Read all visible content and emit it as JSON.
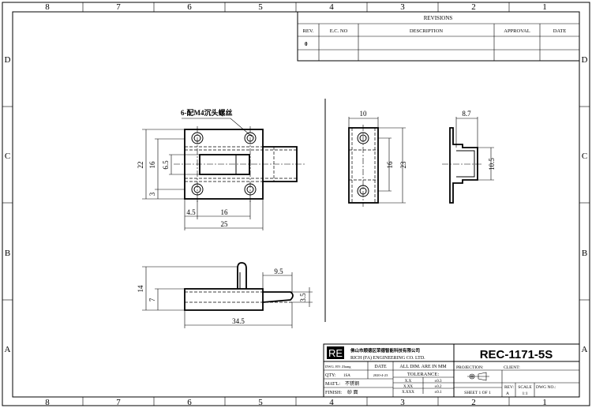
{
  "border": {
    "cols_top": [
      "8",
      "7",
      "6",
      "5",
      "4",
      "3",
      "2",
      "1"
    ],
    "cols_bottom": [
      "8",
      "7",
      "6",
      "5",
      "4",
      "3",
      "2",
      "1"
    ],
    "rows_left": [
      "D",
      "C",
      "B",
      "A"
    ],
    "rows_right": [
      "D",
      "C",
      "B",
      "A"
    ]
  },
  "revisions": {
    "title": "REVISIONS",
    "headers": [
      "REV.",
      "E.C. NO",
      "DESCRIPTION",
      "APPROVAL",
      "DATE"
    ],
    "rows": [
      [
        "0",
        "",
        "",
        "",
        ""
      ]
    ]
  },
  "dims": {
    "front": {
      "note": "6-配M4沉头螺丝",
      "height_overall": "22",
      "height_inner": "16",
      "height_slot": "6.5",
      "offset_bottom": "3",
      "offset_left": "4.5",
      "width_inner": "16",
      "width_overall": "25"
    },
    "side": {
      "width_top": "10",
      "height_inner": "16",
      "height_overall": "23"
    },
    "end": {
      "width_top": "8.7",
      "height": "10.5"
    },
    "bottom": {
      "height_overall": "14",
      "height_body": "7",
      "bolt_ext": "9.5",
      "bolt_thk": "3.5",
      "length_overall": "34.5"
    }
  },
  "title_block": {
    "logo": "RE",
    "company_cn": "佛山市顺德区荣德智能科技有限公司",
    "company_en": "RICH (FA) ENGINEERING CO. LTD.",
    "drawing_number": "REC-1171-5S",
    "dwg_by_label": "DWG. BY:",
    "dwg_by_value": "Zhang",
    "date_label": "DATE",
    "date_value": "2020-4-23",
    "dims_note": "ALL DIM. ARE IN MM",
    "tolerance_label": "TOLERANCE:",
    "tolerances": [
      [
        "X.X",
        "±0.3"
      ],
      [
        "X.XX",
        "±0.2"
      ],
      [
        "X.XXX",
        "±0.1"
      ]
    ],
    "qty_label": "QTY:",
    "qty_value": "1SA",
    "matl_label": "MAT'L:",
    "matl_value": "不锈钢",
    "finish_label": "FINISH:",
    "finish_value": "砂 面",
    "projection_label": "PROJECTION:",
    "client_label": "CLIENT:",
    "sheet_label": "SHEET 1 OF 1",
    "rev_label": "REV:",
    "rev_value": "A",
    "scale_label": "SCALE",
    "scale_value": "1:1",
    "dwg_no_label": "DWG NO.:"
  }
}
